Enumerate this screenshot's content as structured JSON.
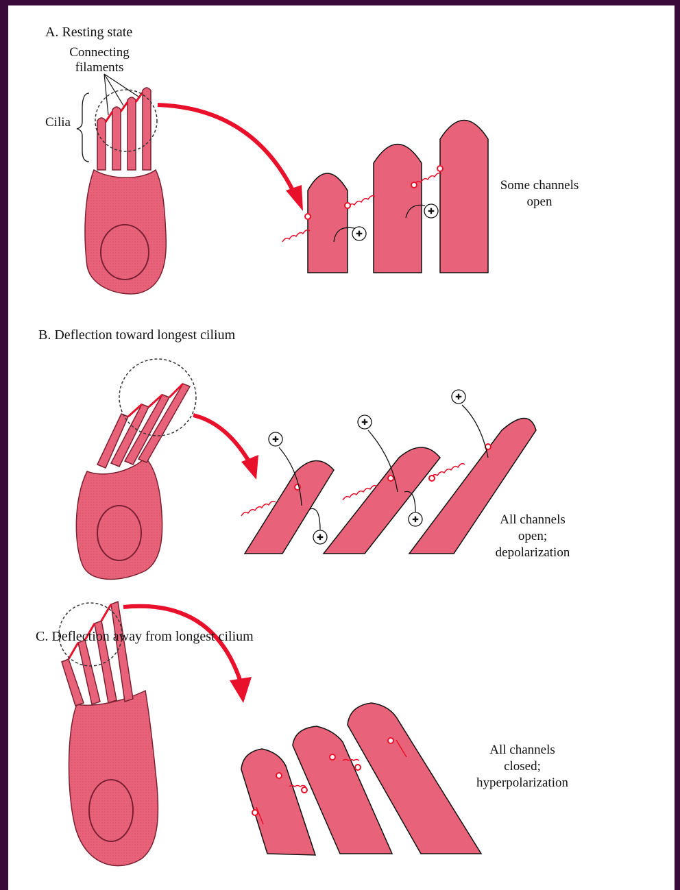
{
  "panels": [
    {
      "title": "A. Resting state",
      "annotation_line1": "Some channels",
      "annotation_line2": "open"
    },
    {
      "title": "B. Deflection toward longest cilium",
      "annotation_line1": "All channels",
      "annotation_line2": "open;",
      "annotation_line3": "depolarization"
    },
    {
      "title": "C. Deflection away from longest cilium",
      "annotation_line1": "All channels",
      "annotation_line2": "closed;",
      "annotation_line3": "hyperpolarization"
    }
  ],
  "labels": {
    "connecting_line1": "Connecting",
    "connecting_line2": "filaments",
    "cilia": "Cilia",
    "ion_symbol": "+"
  },
  "colors": {
    "border": "#3a0a3a",
    "tissue": "#e8637a",
    "accent_red": "#e8102a",
    "ink": "#111111"
  }
}
